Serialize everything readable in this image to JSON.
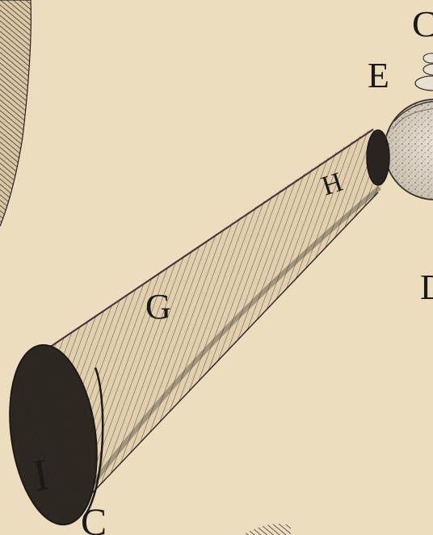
{
  "engraving": {
    "labels": {
      "E": "E",
      "H": "H",
      "G": "G",
      "I": "I",
      "C_top": "C",
      "C_bottom": "C",
      "D": "D"
    }
  }
}
